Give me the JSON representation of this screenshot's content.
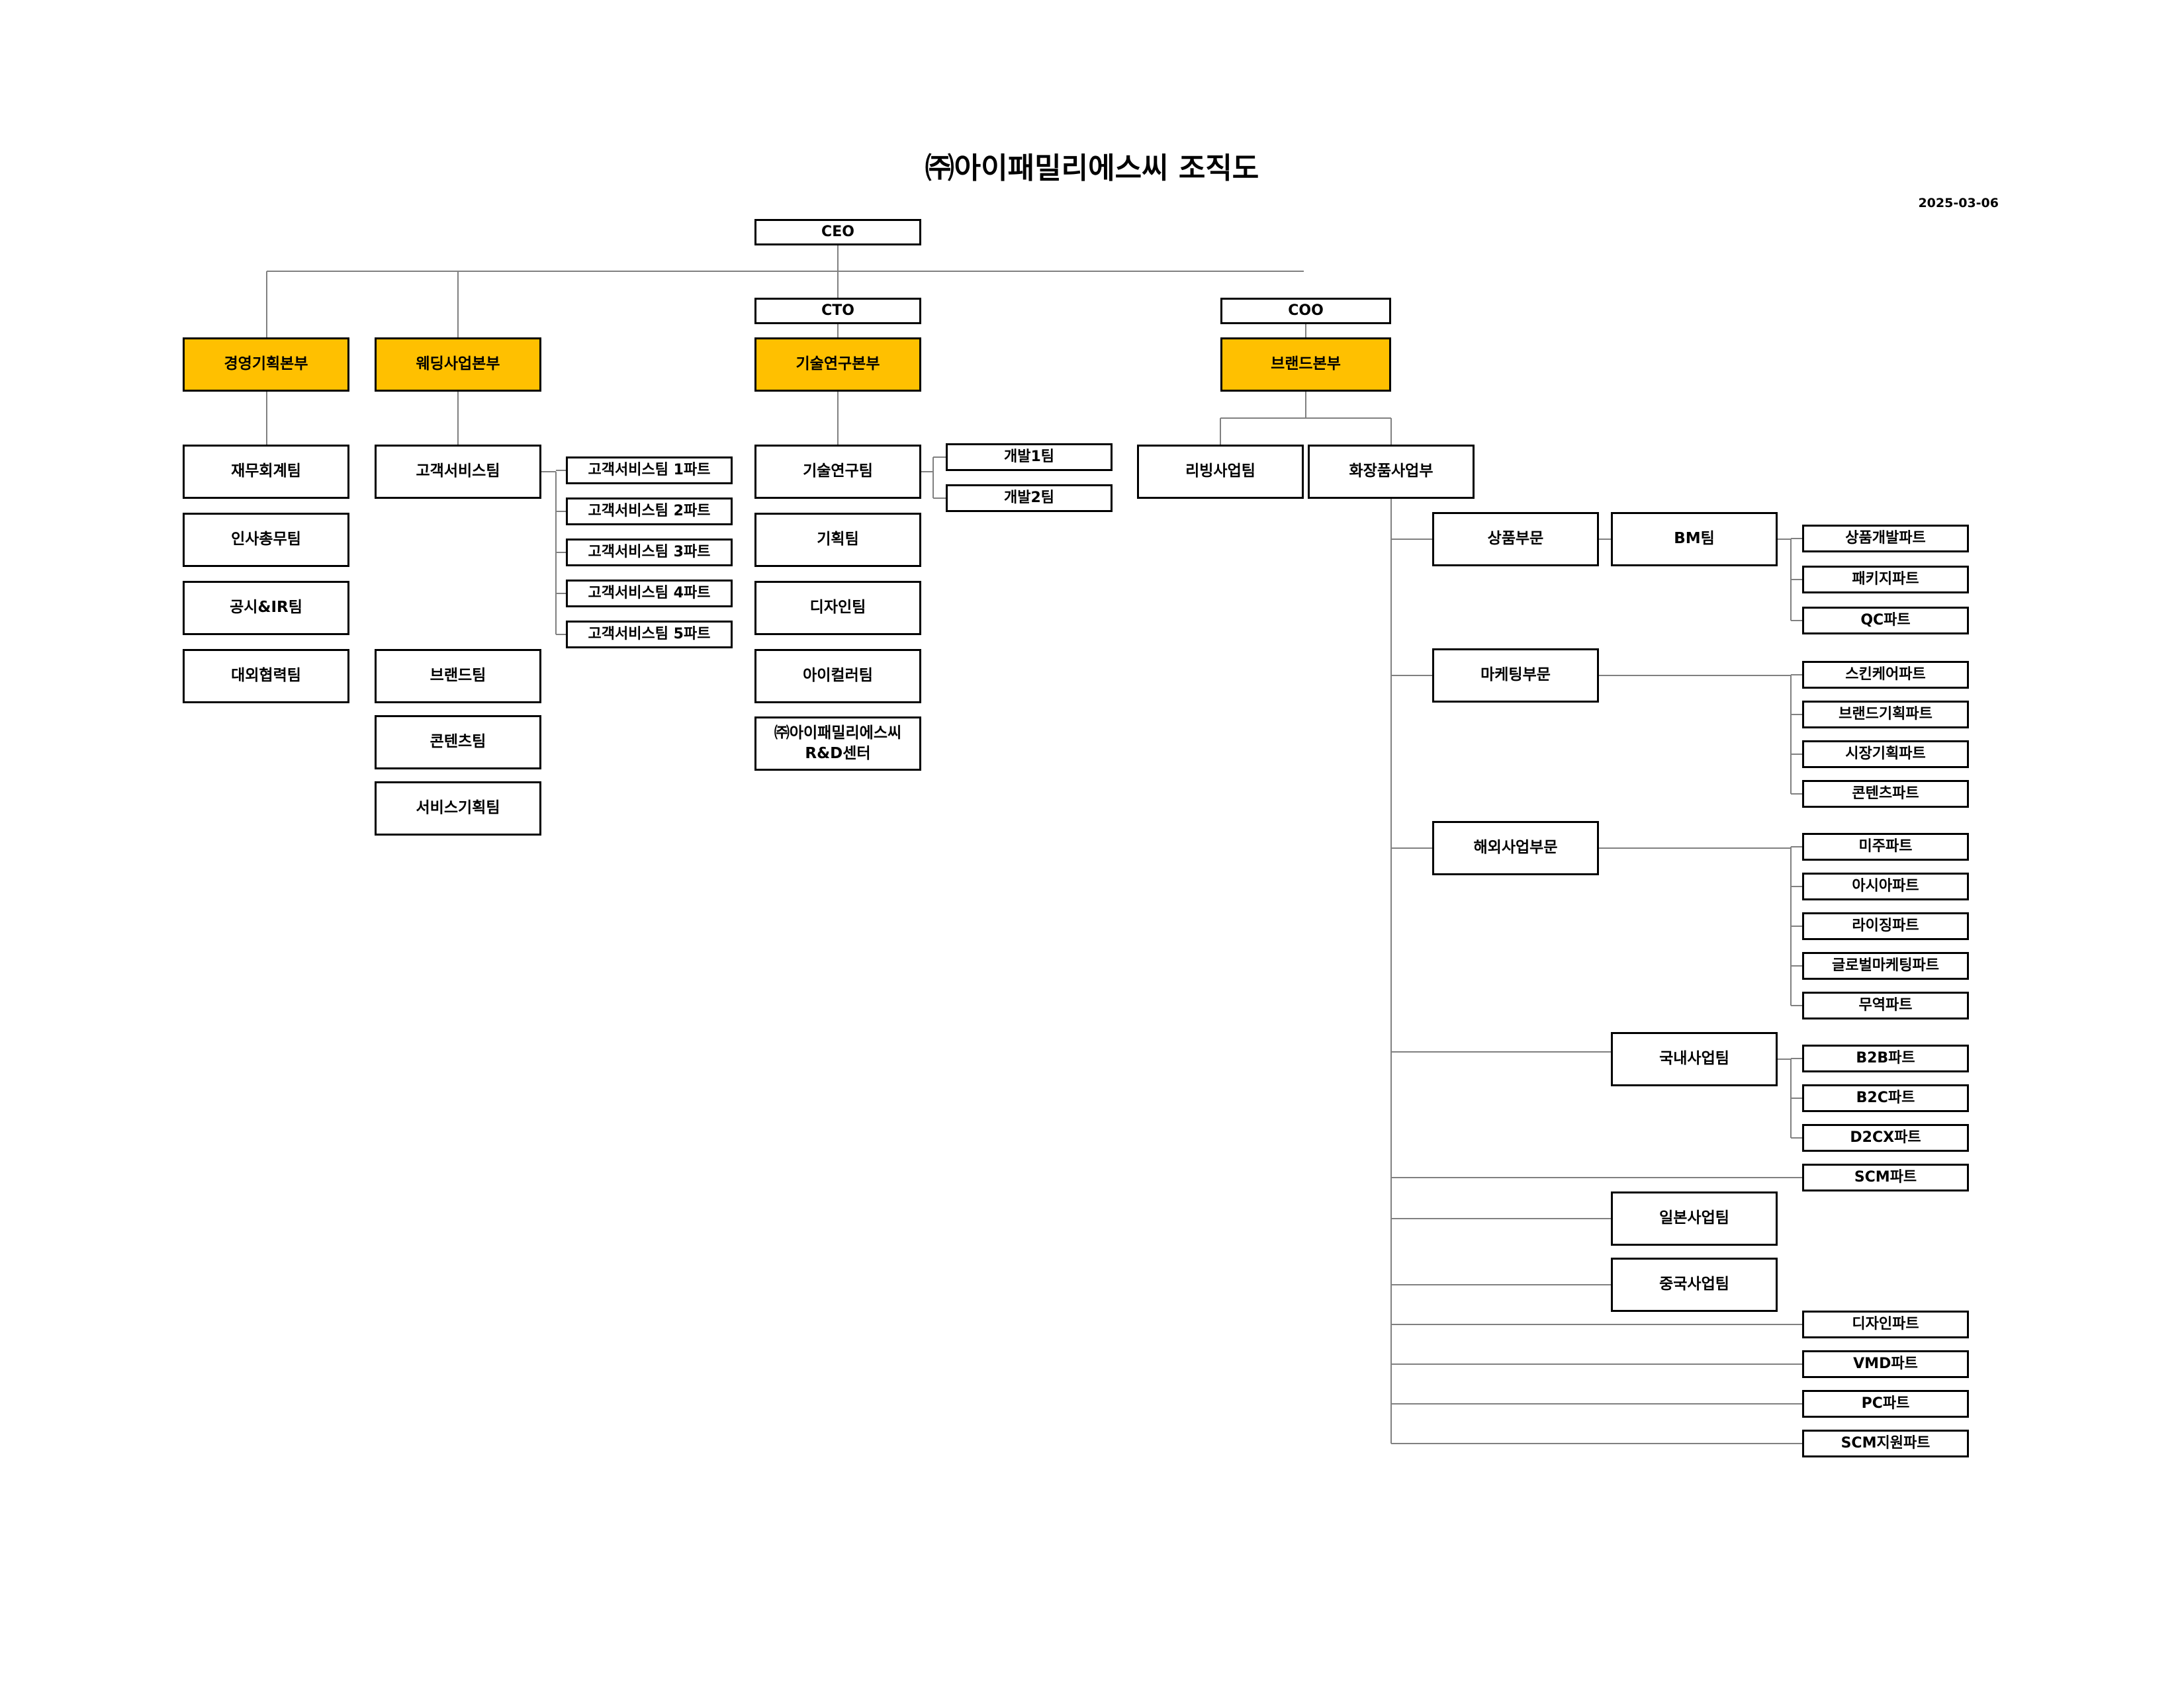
{
  "title": "㈜아이패밀리에스씨 조직도",
  "date": "2025-03-06",
  "colors": {
    "headquarters": "#ffc000",
    "line": "#808080",
    "border": "#000000"
  },
  "nodes": {
    "ceo": "CEO",
    "cto": "CTO",
    "coo": "COO",
    "hq_management": "경영기획본부",
    "hq_wedding": "웨딩사업본부",
    "hq_tech": "기술연구본부",
    "hq_brand": "브랜드본부",
    "finance": "재무회계팀",
    "hr": "인사총무팀",
    "disclosure_ir": "공시&IR팀",
    "external": "대외협력팀",
    "customer_service": "고객서비스팀",
    "cs_part1": "고객서비스팀 1파트",
    "cs_part2": "고객서비스팀 2파트",
    "cs_part3": "고객서비스팀 3파트",
    "cs_part4": "고객서비스팀 4파트",
    "cs_part5": "고객서비스팀 5파트",
    "brand_team": "브랜드팀",
    "contents_team": "콘텐츠팀",
    "service_planning": "서비스기획팀",
    "tech_research": "기술연구팀",
    "dev1": "개발1팀",
    "dev2": "개발2팀",
    "planning": "기획팀",
    "design_team": "디자인팀",
    "eye_color": "아이컬러팀",
    "rnd_center": "㈜아이패밀리에스씨\nR&D센터",
    "living": "리빙사업팀",
    "cosmetics": "화장품사업부",
    "product_div": "상품부문",
    "bm_team": "BM팀",
    "product_dev_part": "상품개발파트",
    "package_part": "패키지파트",
    "qc_part": "QC파트",
    "marketing_div": "마케팅부문",
    "skincare_part": "스킨케어파트",
    "brand_planning_part": "브랜드기획파트",
    "market_planning_part": "시장기획파트",
    "contents_part": "콘텐츠파트",
    "overseas_div": "해외사업부문",
    "americas_part": "미주파트",
    "asia_part": "아시아파트",
    "rising_part": "라이징파트",
    "global_marketing_part": "글로벌마케팅파트",
    "trade_part": "무역파트",
    "domestic_team": "국내사업팀",
    "b2b_part": "B2B파트",
    "b2c_part": "B2C파트",
    "d2cx_part": "D2CX파트",
    "scm_part": "SCM파트",
    "japan_team": "일본사업팀",
    "china_team": "중국사업팀",
    "design_part": "디자인파트",
    "vmd_part": "VMD파트",
    "pc_part": "PC파트",
    "scm_support_part": "SCM지원파트"
  }
}
